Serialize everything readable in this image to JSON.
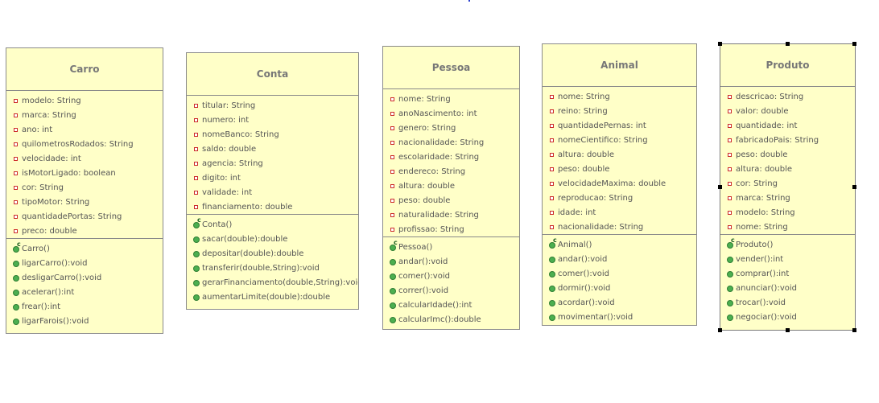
{
  "classes": [
    {
      "name": "Carro",
      "attributes": [
        "modelo: String",
        "marca: String",
        "ano: int",
        "quilometrosRodados: String",
        "velocidade: int",
        "isMotorLigado: boolean",
        "cor: String",
        "tipoMotor: String",
        "quantidadePortas: String",
        "preco: double"
      ],
      "methods": [
        "Carro()",
        "ligarCarro():void",
        "desligarCarro():void",
        "acelerar():int",
        "frear():int",
        "ligarFarois():void"
      ]
    },
    {
      "name": "Conta",
      "attributes": [
        "titular: String",
        "numero: int",
        "nomeBanco: String",
        "saldo: double",
        "agencia: String",
        "digito: int",
        "validade: int",
        "financiamento: double"
      ],
      "methods": [
        "Conta()",
        "sacar(double):double",
        "depositar(double):double",
        "transferir(double,String):void",
        "gerarFinanciamento(double,String):void",
        "aumentarLimite(double):double"
      ]
    },
    {
      "name": "Pessoa",
      "attributes": [
        "nome: String",
        "anoNascimento: int",
        "genero: String",
        "nacionalidade: String",
        "escolaridade: String",
        "endereco: String",
        "altura: double",
        "peso: double",
        "naturalidade: String",
        "profissao: String"
      ],
      "methods": [
        "Pessoa()",
        "andar():void",
        "comer():void",
        "correr():void",
        "calcularIdade():int",
        "calcularImc():double"
      ]
    },
    {
      "name": "Animal",
      "attributes": [
        "nome: String",
        "reino: String",
        "quantidadePernas: int",
        "nomeCientifico: String",
        "altura: double",
        "peso: double",
        "velocidadeMaxima: double",
        "reproducao: String",
        "idade: int",
        "nacionalidade: String"
      ],
      "methods": [
        "Animal()",
        "andar():void",
        "comer():void",
        "dormir():void",
        "acordar():void",
        "movimentar():void"
      ]
    },
    {
      "name": "Produto",
      "attributes": [
        "descricao: String",
        "valor: double",
        "quantidade: int",
        "fabricadoPais: String",
        "peso: double",
        "altura: double",
        "cor: String",
        "marca: String",
        "modelo: String",
        "nome: String"
      ],
      "methods": [
        "Produto()",
        "vender():int",
        "comprar():int",
        "anunciar():void",
        "trocar():void",
        "negociar():void"
      ]
    }
  ]
}
